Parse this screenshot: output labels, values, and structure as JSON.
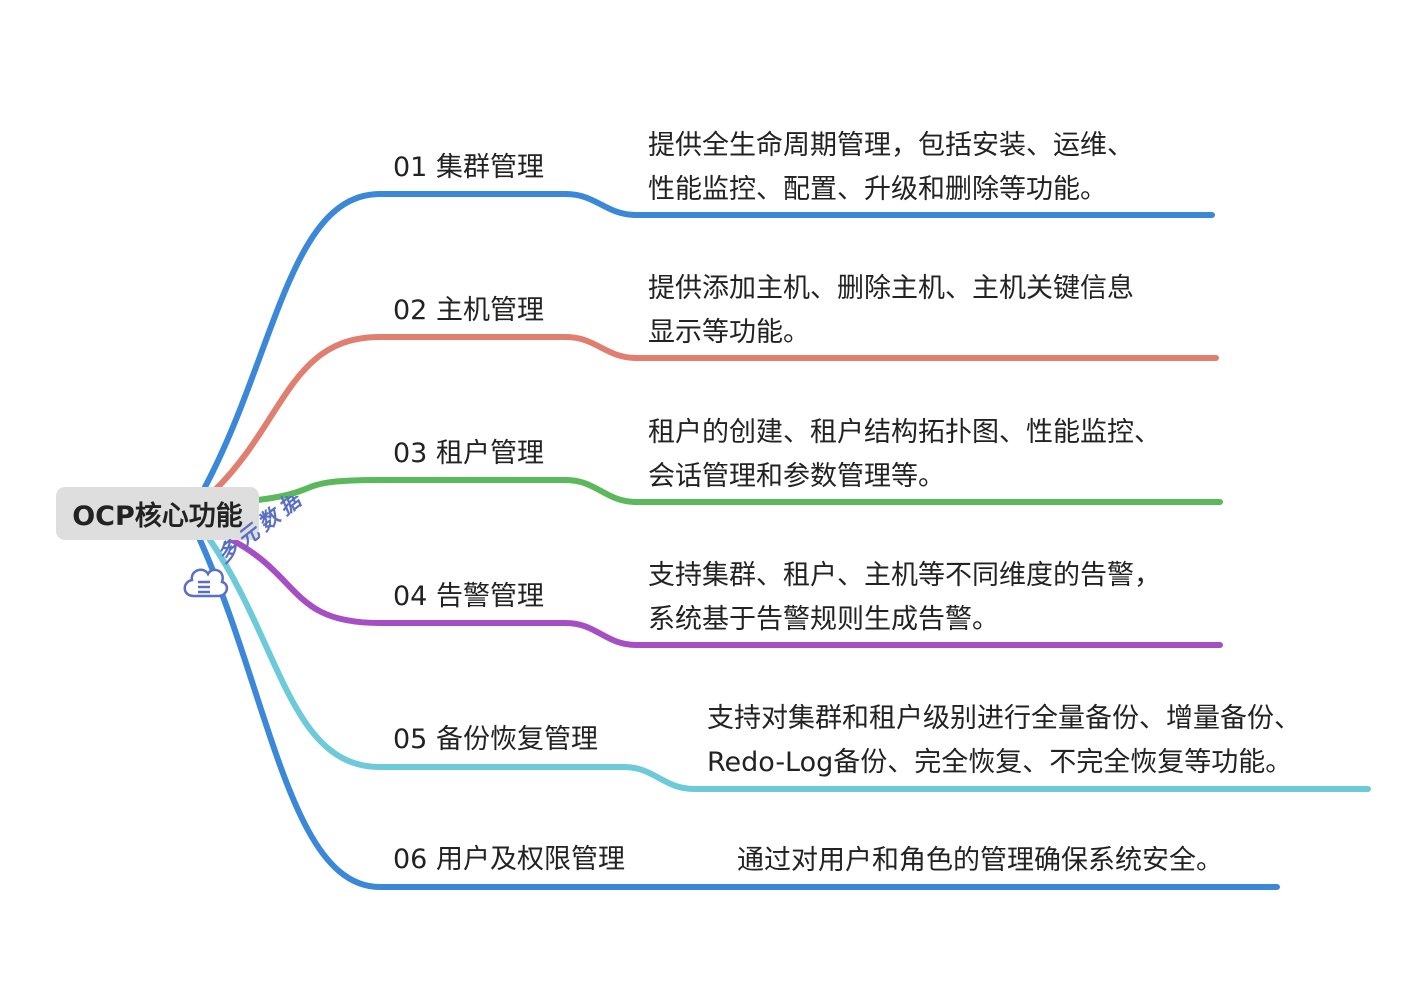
{
  "root": {
    "label": "OCP核心功能"
  },
  "branches": [
    {
      "label": "01 集群管理",
      "color": "#3b87d8",
      "lines": [
        "提供全生命周期管理，包括安装、运维、",
        "性能监控、配置、升级和删除等功能。"
      ]
    },
    {
      "label": "02 主机管理",
      "color": "#e07f70",
      "lines": [
        "提供添加主机、删除主机、主机关键信息",
        "显示等功能。"
      ]
    },
    {
      "label": "03 租户管理",
      "color": "#5cb85c",
      "lines": [
        "租户的创建、租户结构拓扑图、性能监控、",
        "会话管理和参数管理等。"
      ]
    },
    {
      "label": "04 告警管理",
      "color": "#a64fc4",
      "lines": [
        "支持集群、租户、主机等不同维度的告警，",
        "系统基于告警规则生成告警。"
      ]
    },
    {
      "label": "05 备份恢复管理",
      "color": "#6ccad9",
      "lines": [
        "支持对集群和租户级别进行全量备份、增量备份、",
        "Redo-Log备份、完全恢复、不完全恢复等功能。"
      ]
    },
    {
      "label": "06 用户及权限管理",
      "color": "#3b87d8",
      "lines": [
        "通过对用户和角色的管理确保系统安全。"
      ]
    }
  ],
  "watermark": {
    "text": "多元数据",
    "color": "#5a6fc4"
  }
}
